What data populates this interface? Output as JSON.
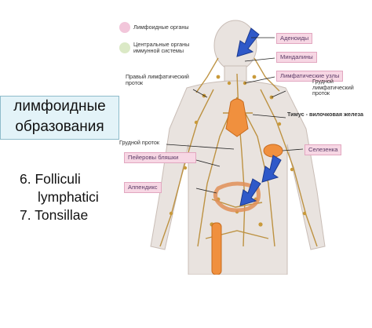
{
  "diagram": {
    "legend": {
      "lymphoid_organs": "Лимфоидные органы",
      "central_organs": "Центральные органы иммунной системы"
    },
    "labels": {
      "adenoids": "Аденоиды",
      "tonsils": "Миндалины",
      "lymph_nodes": "Лимфатические узлы",
      "right_duct": "Правый лимфатический проток",
      "thoracic_duct_left": "Грудной лимфатический проток",
      "thymus": "Тимус - вилочковая железа",
      "thoracic_duct": "Грудной проток",
      "spleen": "Селезенка",
      "peyer": "Пейеровы бляшки",
      "appendix": "Аппендикс"
    },
    "colors": {
      "tag_fill": "#f7d7e4",
      "tag_border": "#e2a7c0",
      "legend_pink": "#f2c6da",
      "legend_green": "#dbe9c6",
      "arrow_blue": "#2f59c9",
      "skin": "#e9e3df",
      "vessel": "#b98a32",
      "organ_orange": "#f0903e"
    }
  },
  "side_panel": {
    "title_line1": "лимфоидные",
    "title_line2": "образования",
    "item6_line1": "6. Folliculi",
    "item6_line2": "lymphatici",
    "item7": "7. Tonsillae"
  }
}
